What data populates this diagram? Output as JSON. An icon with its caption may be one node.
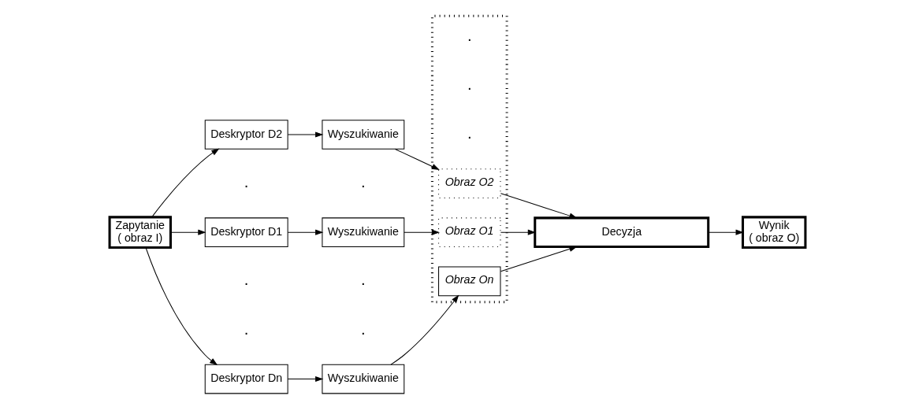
{
  "diagram": {
    "nodes": [
      {
        "text": [
          "Zapytanie",
          "( obraz I)"
        ]
      },
      {
        "text": [
          "Deskryptor D1"
        ]
      },
      {
        "text": [
          "Wyszukiwanie"
        ]
      },
      {
        "text": [
          "Deskryptor D2"
        ]
      },
      {
        "text": [
          "Wyszukiwanie"
        ]
      },
      {
        "text": [
          "Deskryptor Dn"
        ]
      },
      {
        "text": [
          "Wyszukiwanie"
        ]
      },
      {
        "text": [],
        "shape": "box"
      },
      {
        "text": [
          "Obraz O1"
        ],
        "in": 7
      },
      {
        "text": [
          "Obraz O2"
        ],
        "in": 7
      },
      {
        "text": [
          "Obraz On"
        ],
        "in": 7
      },
      {
        "text": [
          "Decyzja"
        ]
      },
      {
        "text": [
          "Wynik",
          "( obraz O)"
        ]
      }
    ],
    "edges": [
      {
        "from": 0,
        "to": 1,
        "arrow": "to"
      },
      {
        "from": 0,
        "to": 3,
        "arrow": "to"
      },
      {
        "from": 0,
        "to": 5,
        "arrow": "to"
      },
      {
        "from": 1,
        "to": 2,
        "arrow": "to"
      },
      {
        "from": 3,
        "to": 4,
        "arrow": "to"
      },
      {
        "from": 5,
        "to": 6,
        "arrow": "to"
      },
      {
        "from": 2,
        "to": 8,
        "arrow": "to"
      },
      {
        "from": 4,
        "to": 9,
        "arrow": "to"
      },
      {
        "from": 6,
        "to": 10,
        "arrow": "to"
      },
      {
        "from": 10,
        "to": 11,
        "arrow": "to"
      },
      {
        "from": 9,
        "to": 11,
        "arrow": "to"
      },
      {
        "from": 8,
        "to": 11,
        "arrow": "to"
      },
      {
        "from": 11,
        "to": 12,
        "arrow": "to"
      }
    ],
    "labels": [
      ".",
      ".",
      ".",
      ".",
      ".",
      ".",
      ".",
      ".",
      "."
    ]
  }
}
